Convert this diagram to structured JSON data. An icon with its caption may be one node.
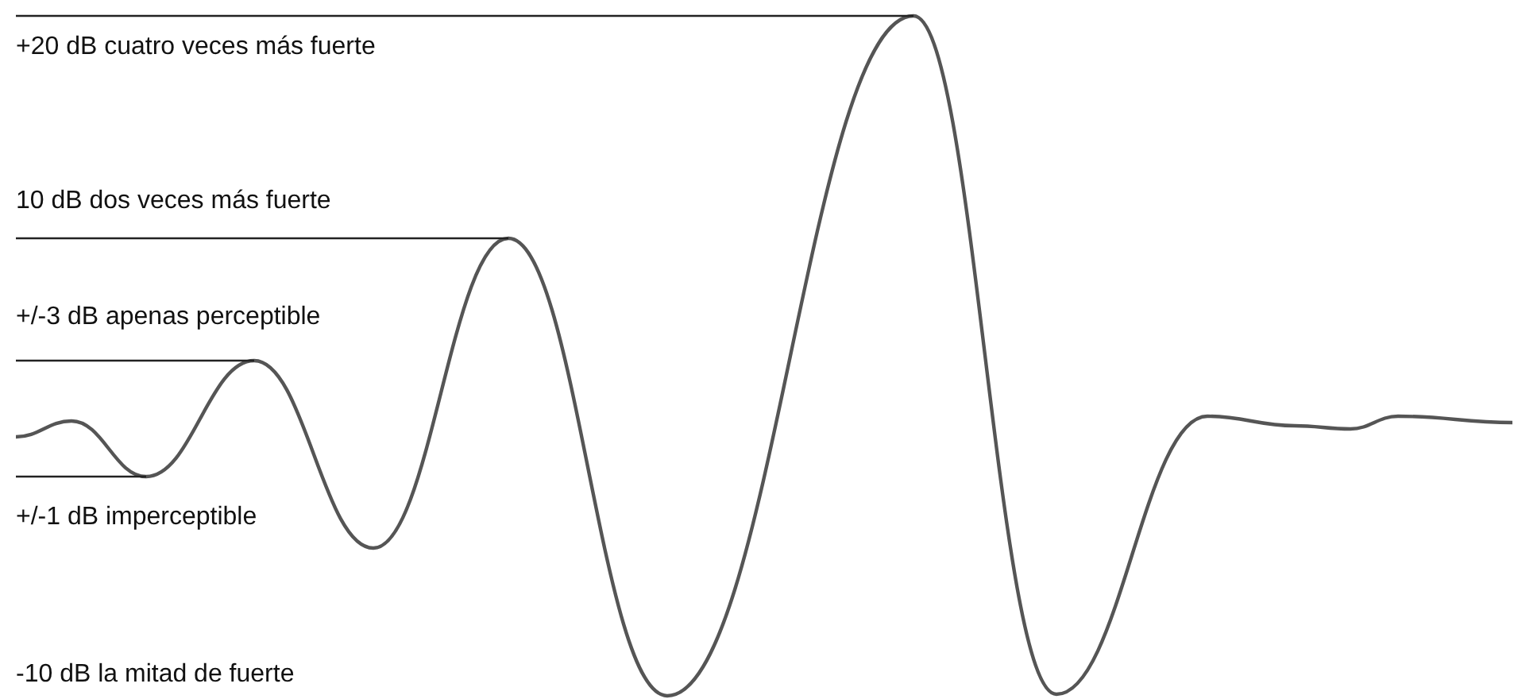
{
  "diagram": {
    "labels": [
      "+20 dB cuatro veces más fuerte",
      "10 dB dos veces más fuerte",
      "+/-3 dB apenas perceptible",
      "+/-1 dB imperceptible",
      "-10 dB la mitad de fuerte"
    ]
  }
}
